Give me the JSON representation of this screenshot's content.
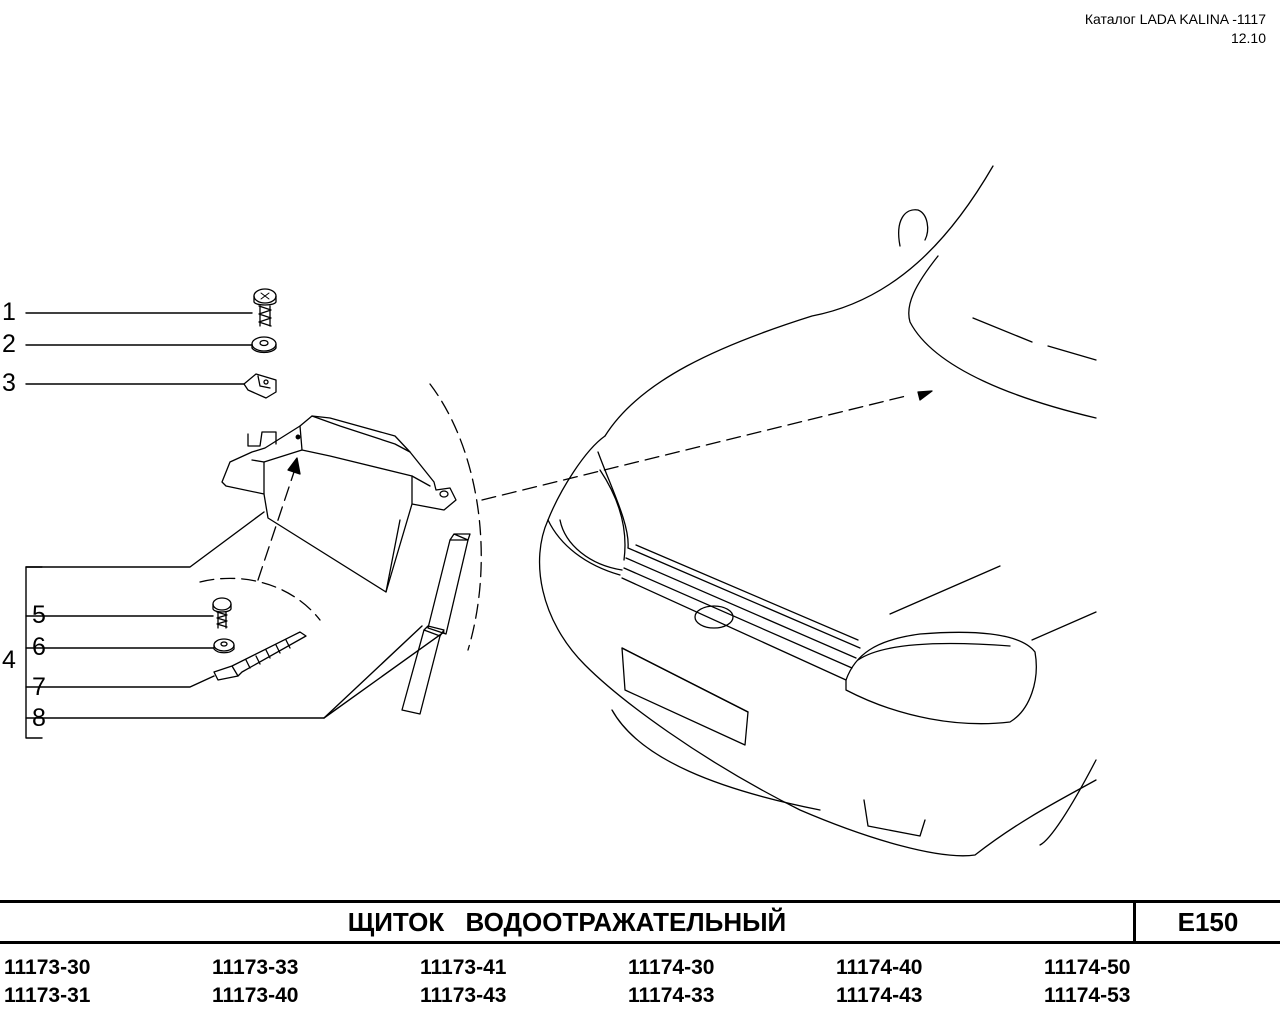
{
  "header": {
    "catalog": "Каталог LADA KALINA -1117",
    "date": "12.10"
  },
  "callouts": [
    "1",
    "2",
    "3",
    "4",
    "5",
    "6",
    "7",
    "8"
  ],
  "title": "ЩИТОК ВОДООТРАЖАТЕЛЬНЫЙ",
  "page_code": "E150",
  "models": [
    "11173-30",
    "11173-33",
    "11173-41",
    "11174-30",
    "11174-40",
    "11174-50",
    "11173-31",
    "11173-40",
    "11173-43",
    "11174-33",
    "11174-43",
    "11174-53"
  ]
}
